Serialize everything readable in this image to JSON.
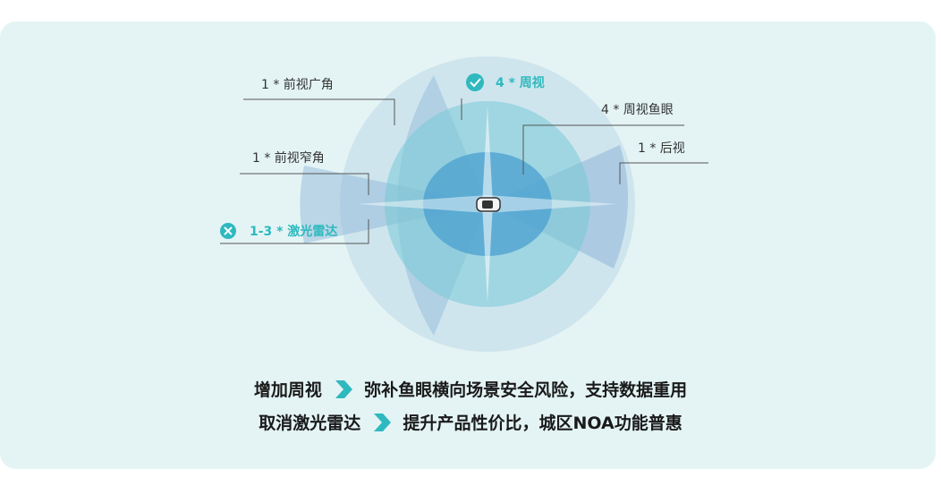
{
  "labels": {
    "front_wide": "1 * 前视广角",
    "surround": "4 * 周视",
    "fisheye": "4 * 周视鱼眼",
    "rear": "1 * 后视",
    "front_narrow": "1 * 前视窄角",
    "lidar": "1-3 * 激光雷达"
  },
  "status": {
    "surround": "check-icon",
    "lidar": "cross-icon"
  },
  "captions": [
    {
      "lead": "增加周视",
      "text": "弥补鱼眼横向场景安全风险，支持数据重用"
    },
    {
      "lead": "取消激光雷达",
      "text": "提升产品性价比，城区NOA功能普惠"
    }
  ],
  "colors": {
    "background": "#e4f4f5",
    "accent": "#2fb9bf",
    "fov_blue": "#8fb7d9",
    "fov_teal": "#6fcfd5",
    "fov_inner": "#4a9fd0"
  }
}
